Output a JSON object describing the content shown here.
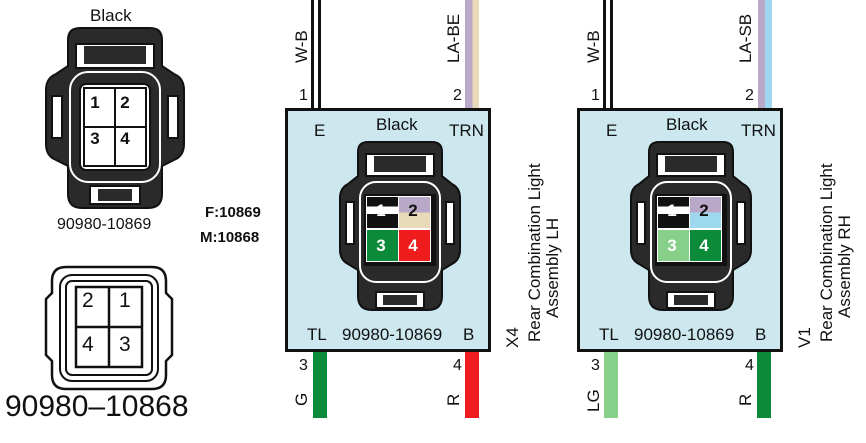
{
  "left": {
    "top_connector": {
      "color_label": "Black",
      "pins": [
        "1",
        "2",
        "3",
        "4"
      ],
      "part_number": "90980-10869"
    },
    "bottom_connector": {
      "pins": [
        "2",
        "1",
        "4",
        "3"
      ],
      "part_number": "90980–10868"
    },
    "codes": {
      "female": "F:10869",
      "male": "M:10868"
    }
  },
  "connectors": [
    {
      "id": "X4",
      "description_line1": "Rear Combination Light",
      "description_line2": "Assembly LH",
      "color_label": "Black",
      "part_number": "90980-10869",
      "terminals": {
        "top_left": "E",
        "top_right": "TRN",
        "bottom_left": "TL",
        "bottom_right": "B"
      },
      "top_wires": [
        {
          "pin": "1",
          "color": "W-B",
          "colors": [
            "#111111",
            "#ffffff"
          ]
        },
        {
          "pin": "2",
          "color": "LA-BE",
          "colors": [
            "#b9a8c8",
            "#e8d9b8"
          ]
        }
      ],
      "bottom_wires": [
        {
          "pin": "3",
          "color": "G",
          "colors": [
            "#0b8a3a"
          ]
        },
        {
          "pin": "4",
          "color": "R",
          "colors": [
            "#ee1c1c"
          ]
        }
      ],
      "cells": [
        {
          "pin": "1",
          "colors": [
            "#111111",
            "#ffffff"
          ],
          "text": "dark"
        },
        {
          "pin": "2",
          "colors": [
            "#b9a8c8",
            "#e8d9b8"
          ],
          "text": "light"
        },
        {
          "pin": "3",
          "colors": [
            "#0b8a3a"
          ],
          "text": "white"
        },
        {
          "pin": "4",
          "colors": [
            "#ee1c1c"
          ],
          "text": "white"
        }
      ]
    },
    {
      "id": "V1",
      "description_line1": "Rear Combination Light",
      "description_line2": "Assembly RH",
      "color_label": "Black",
      "part_number": "90980-10869",
      "terminals": {
        "top_left": "E",
        "top_right": "TRN",
        "bottom_left": "TL",
        "bottom_right": "B"
      },
      "top_wires": [
        {
          "pin": "1",
          "color": "W-B",
          "colors": [
            "#111111",
            "#ffffff"
          ]
        },
        {
          "pin": "2",
          "color": "LA-SB",
          "colors": [
            "#b9a8c8",
            "#9ed8ef"
          ]
        }
      ],
      "bottom_wires": [
        {
          "pin": "3",
          "color": "LG",
          "colors": [
            "#86d08a"
          ]
        },
        {
          "pin": "4",
          "color": "R",
          "colors": [
            "#0b8a3a"
          ]
        }
      ],
      "cells": [
        {
          "pin": "1",
          "colors": [
            "#111111",
            "#ffffff"
          ],
          "text": "dark"
        },
        {
          "pin": "2",
          "colors": [
            "#b9a8c8",
            "#9ed8ef"
          ],
          "text": "light"
        },
        {
          "pin": "3",
          "colors": [
            "#86d08a"
          ],
          "text": "white"
        },
        {
          "pin": "4",
          "colors": [
            "#0b8a3a"
          ],
          "text": "white"
        }
      ]
    }
  ]
}
